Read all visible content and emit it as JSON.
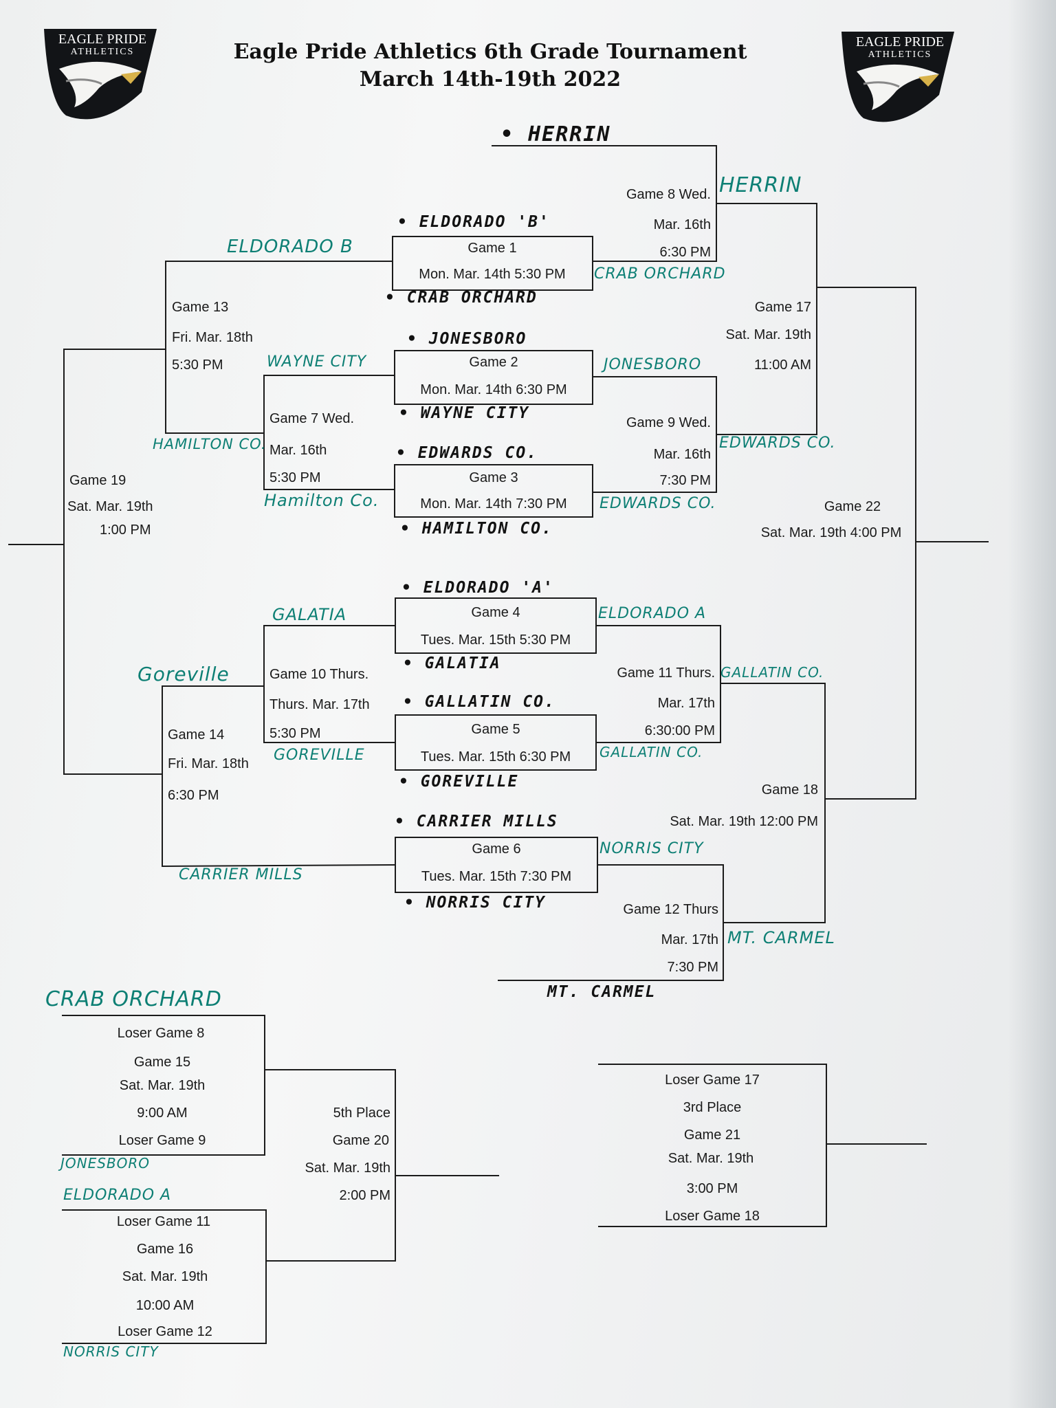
{
  "title": {
    "line1": "Eagle Pride Athletics 6th Grade Tournament",
    "line2": "March 14th-19th 2022"
  },
  "logo": {
    "text1": "EAGLE PRIDE",
    "text2": "ATHLETICS",
    "icon": "eagle-head-icon"
  },
  "games": {
    "g1": [
      "Game 1",
      "Mon. Mar. 14th 5:30 PM"
    ],
    "g2": [
      "Game 2",
      "Mon. Mar. 14th 6:30 PM"
    ],
    "g3": [
      "Game 3",
      "Mon. Mar. 14th 7:30 PM"
    ],
    "g4": [
      "Game 4",
      "Tues. Mar. 15th 5:30 PM"
    ],
    "g5": [
      "Game 5",
      "Tues. Mar. 15th 6:30 PM"
    ],
    "g6": [
      "Game 6",
      "Tues. Mar. 15th 7:30 PM"
    ],
    "g7": [
      "Game 7 Wed.",
      "Mar. 16th",
      "5:30 PM"
    ],
    "g8": [
      "Game 8 Wed.",
      "Mar. 16th",
      "6:30 PM"
    ],
    "g9": [
      "Game 9 Wed.",
      "Mar. 16th",
      "7:30 PM"
    ],
    "g10": [
      "Game 10 Thurs.",
      "Thurs. Mar. 17th",
      "5:30 PM"
    ],
    "g11": [
      "Game 11 Thurs.",
      "Mar. 17th",
      "6:30:00 PM"
    ],
    "g12": [
      "Game 12 Thurs",
      "Mar. 17th",
      "7:30 PM"
    ],
    "g13": [
      "Game 13",
      "Fri. Mar. 18th",
      "5:30 PM"
    ],
    "g14": [
      "Game 14",
      "Fri. Mar. 18th",
      "6:30 PM"
    ],
    "g17": [
      "Game 17",
      "Sat. Mar. 19th",
      "11:00 AM"
    ],
    "g18": [
      "Game 18",
      "Sat. Mar. 19th 12:00 PM"
    ],
    "g19": [
      "Game 19",
      "Sat. Mar. 19th",
      "1:00 PM"
    ],
    "g22": [
      "Game 22",
      "Sat. Mar. 19th 4:00 PM"
    ],
    "g15": [
      "Loser Game 8",
      "Game 15",
      "Sat. Mar. 19th",
      "9:00 AM",
      "Loser Game 9"
    ],
    "g16": [
      "Loser Game 11",
      "Game 16",
      "Sat. Mar. 19th",
      "10:00 AM",
      "Loser Game 12"
    ],
    "g20": [
      "5th Place",
      "Game 20",
      "Sat. Mar. 19th",
      "2:00 PM"
    ],
    "g21": [
      "Loser Game 17",
      "3rd Place",
      "Game 21",
      "Sat. Mar. 19th",
      "3:00 PM",
      "Loser Game 18"
    ]
  },
  "seeds": {
    "herrin": "• HERRIN",
    "eldorado_b": "• ELDORADO 'B'",
    "crab_orchard": "• CRAB ORCHARD",
    "jonesboro": "• JONESBORO",
    "wayne_city": "• WAYNE CITY",
    "edwards_co": "• EDWARDS CO.",
    "hamilton_co": "• HAMILTON CO.",
    "eldorado_a": "• ELDORADO 'A'",
    "galatia": "• GALATIA",
    "gallatin_co": "• GALLATIN CO.",
    "goreville": "• GOREVILLE",
    "carrier_mills": "• CARRIER MILLS",
    "norris_city": "• NORRIS CITY",
    "mt_carmel": "MT. CARMEL"
  },
  "winners": {
    "w13": "ELDORADO B",
    "w7a": "WAYNE CITY",
    "w_ham1": "HAMILTON CO.",
    "w_ham2": "Hamilton Co.",
    "w8": "HERRIN",
    "w1": "CRAB ORCHARD",
    "w2": "JONESBORO",
    "w9": "EDWARDS CO.",
    "w3": "EDWARDS CO.",
    "w10a": "GALATIA",
    "w14": "Goreville",
    "w5a": "GOREVILLE",
    "w4": "ELDORADO A",
    "w11": "GALLATIN CO.",
    "w5b": "GALLATIN CO.",
    "w6a": "CARRIER MILLS",
    "w6b": "NORRIS CITY",
    "w12": "MT. CARMEL",
    "w15top": "CRAB ORCHARD",
    "w15bot": "JONESBORO",
    "w16top": "ELDORADO A",
    "w16bot": "NORRIS CITY"
  }
}
